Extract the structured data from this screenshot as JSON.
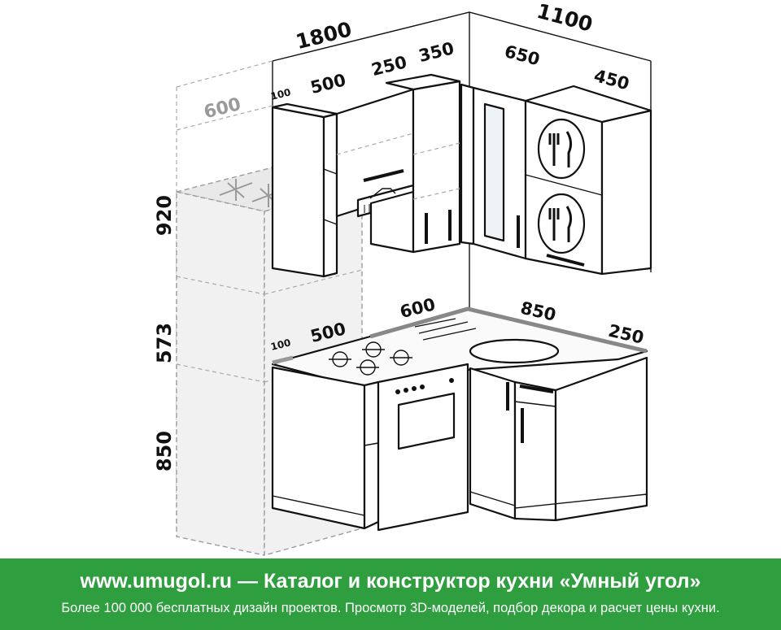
{
  "dimensions": {
    "top_total": "1800",
    "right_total": "1100",
    "upper_left_a": "500",
    "upper_left_b": "250",
    "upper_left_c": "350",
    "upper_left_gap": "100",
    "upper_right_a": "650",
    "upper_right_b": "450",
    "fridge_depth": "600",
    "height_upper": "920",
    "height_mid": "573",
    "height_base": "850",
    "base_left": "500",
    "base_left_gap": "100",
    "base_corner": "600",
    "base_right": "850",
    "base_right_end": "250"
  },
  "banner": {
    "title": "www.umugol.ru — Каталог и конструктор кухни «Умный угол»",
    "subtitle": "Более 100 000 бесплатных дизайн проектов. Просмотр 3D-моделей, подбор декора и расчет цены кухни.",
    "background": "#2f9e3f",
    "text_color": "#ffffff"
  },
  "icons": [
    "snowflake-icon",
    "fork-knife-icon",
    "fork-knife-icon",
    "burner-icon"
  ]
}
